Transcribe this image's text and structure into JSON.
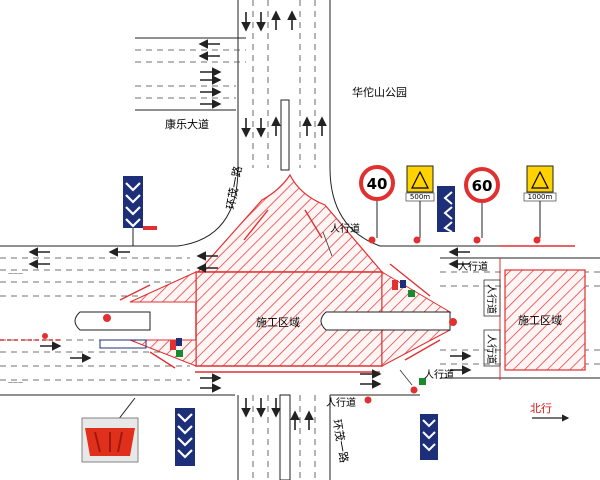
{
  "labels": {
    "park": "华佗山公园",
    "road_kangle": "康乐大道",
    "road_huanmao_north": "环茂一路",
    "road_huanmao_south": "环茂一路",
    "crosswalk_ne": "人行道",
    "crosswalk_e": "人行道",
    "crosswalk_se": "人行道",
    "crosswalk_s": "人行道",
    "crosswalk_e_vertical_1": "人行道",
    "crosswalk_e_vertical_2": "人行道",
    "work_zone_main": "施工区域",
    "work_zone_east": "施工区域",
    "north_label": "北行"
  },
  "signs": {
    "speed_limit_1": "40",
    "speed_limit_2": "60",
    "distance_1": "500m",
    "distance_2": "1000m"
  },
  "colors": {
    "hatch": "#e03030",
    "road_line": "#222222",
    "chevron_blue": "#1c2f78",
    "north_red": "#d01010"
  }
}
